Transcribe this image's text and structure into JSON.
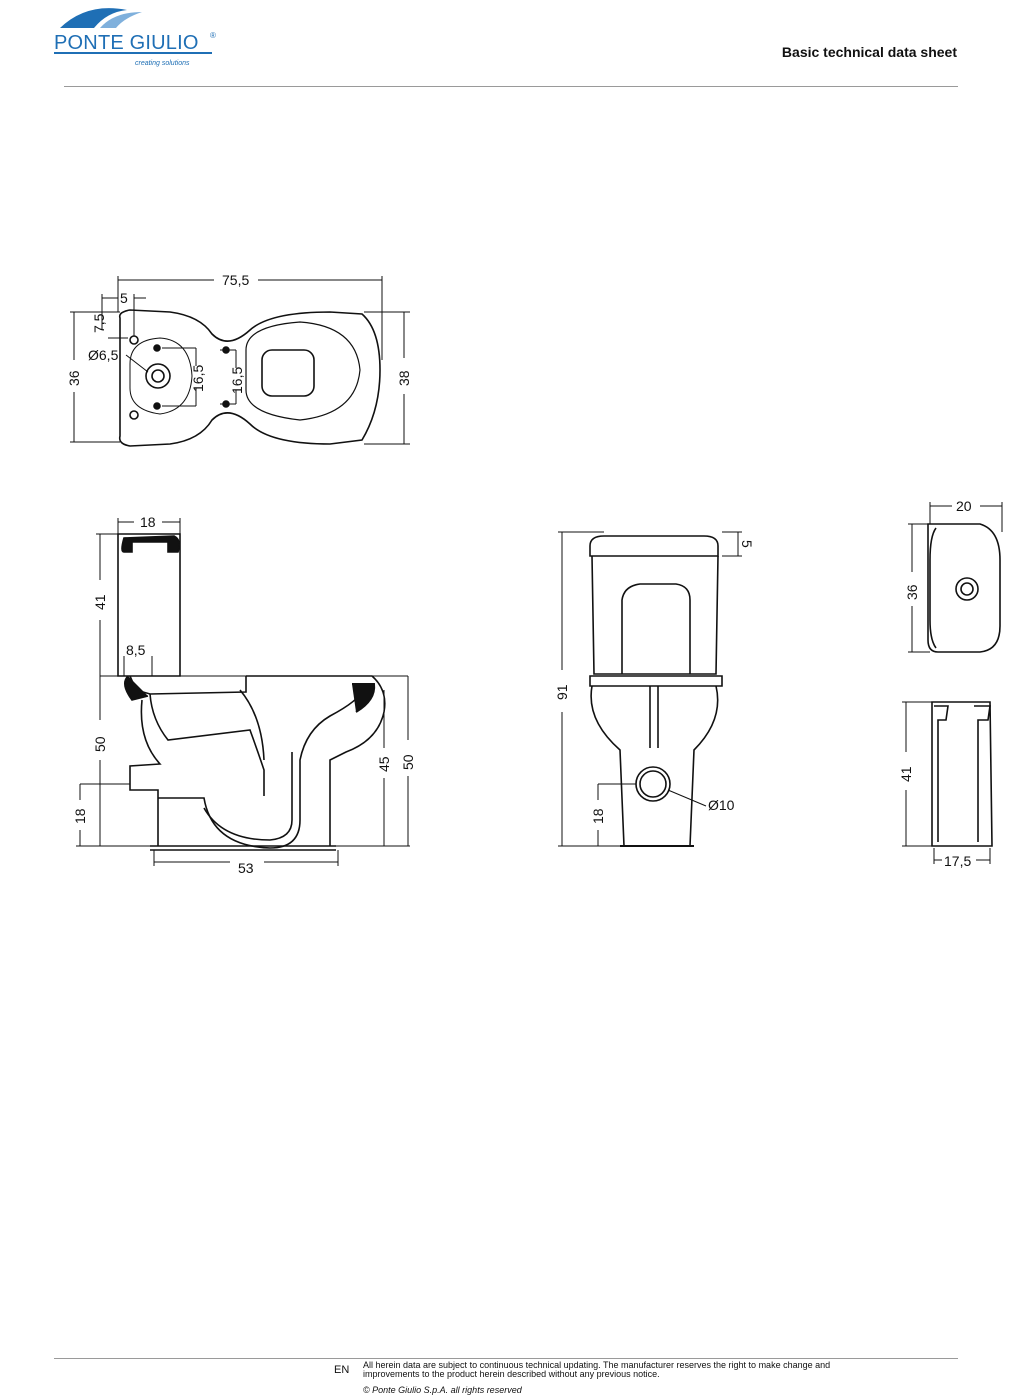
{
  "header": {
    "brand_name": "PONTE GIULIO",
    "brand_reg": "®",
    "brand_tagline": "creating solutions",
    "doc_title": "Basic technical data sheet",
    "brand_color": "#1f6fb5"
  },
  "top_view": {
    "length": "75,5",
    "offset": "5",
    "edge": "7,5",
    "hole_diameter": "Ø6,5",
    "bolt_spacing_a": "16,5",
    "bolt_spacing_b": "16,5",
    "width_left": "36",
    "width_right": "38"
  },
  "side_view": {
    "tank_depth": "18",
    "tank_height": "41",
    "tank_offset": "8,5",
    "bowl_height": "50",
    "outlet_height": "18",
    "base_length": "53",
    "seat_height": "45",
    "total_height": "50"
  },
  "front_view": {
    "lid": "5",
    "total_height": "91",
    "outlet_height": "18",
    "outlet_diameter": "Ø10"
  },
  "tank_views": {
    "top_depth": "20",
    "top_width": "36",
    "side_height": "41",
    "side_depth": "17,5"
  },
  "footer": {
    "lang": "EN",
    "disclaimer_line1": "All herein data are subject to continuous technical updating. The manufacturer reserves the right to make change and",
    "disclaimer_line2": "improvements to the product herein described without any previous notice.",
    "copyright": "© Ponte Giulio S.p.A. all rights reserved"
  }
}
